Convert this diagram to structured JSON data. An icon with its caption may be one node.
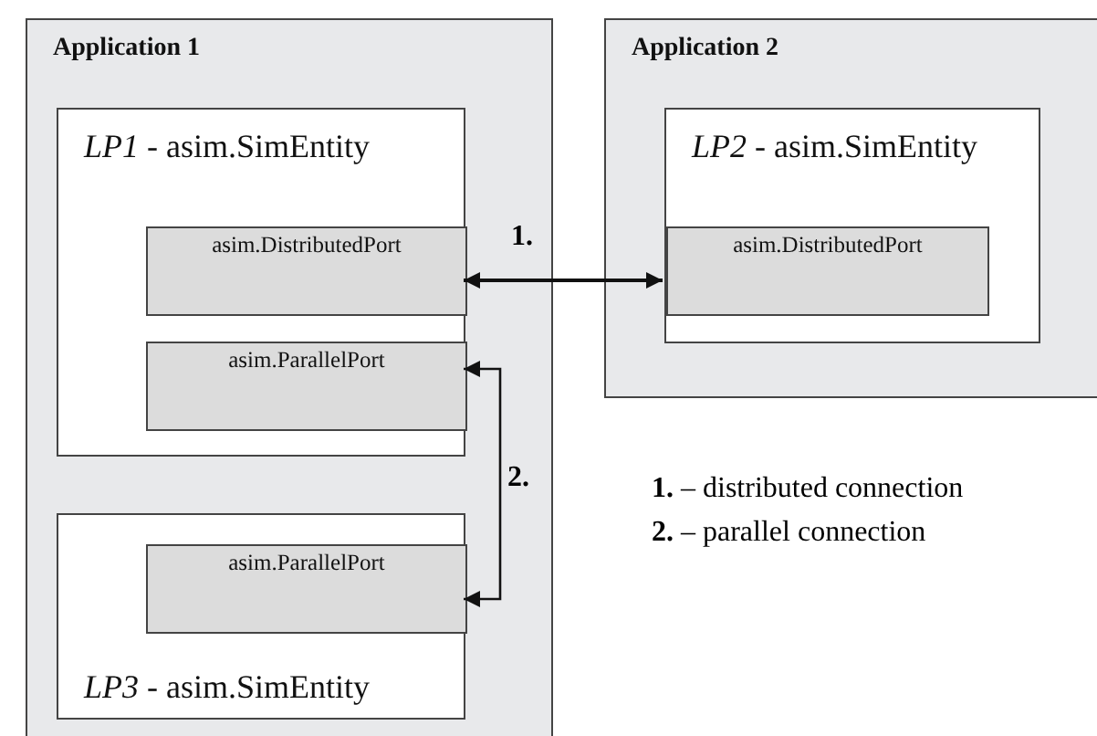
{
  "diagram": {
    "nodes": [
      {
        "text": [
          "Application 1"
        ]
      },
      {
        "text": [
          "*LP1* - asim.SimEntity"
        ],
        "in": 0
      },
      {
        "text": [
          "asim.DistributedPort"
        ],
        "in": 1
      },
      {
        "text": [
          "asim.ParallelPort"
        ],
        "in": 1
      },
      {
        "text": [
          "*LP3* - asim.SimEntity"
        ],
        "in": 0
      },
      {
        "text": [
          "asim.ParallelPort"
        ],
        "in": 4
      },
      {
        "text": [
          "Application 2"
        ]
      },
      {
        "text": [
          "*LP2* - asim.SimEntity"
        ],
        "in": 6
      },
      {
        "text": [
          "asim.DistributedPort"
        ],
        "in": 7
      }
    ],
    "edges": [
      {
        "from": 2,
        "to": 8,
        "arrow": "both",
        "label": "1."
      },
      {
        "from": 5,
        "to": 3,
        "arrow": "both",
        "label": "2."
      }
    ],
    "labels": [
      "**1.** – distributed connection",
      "**2.** – parallel connection"
    ]
  }
}
